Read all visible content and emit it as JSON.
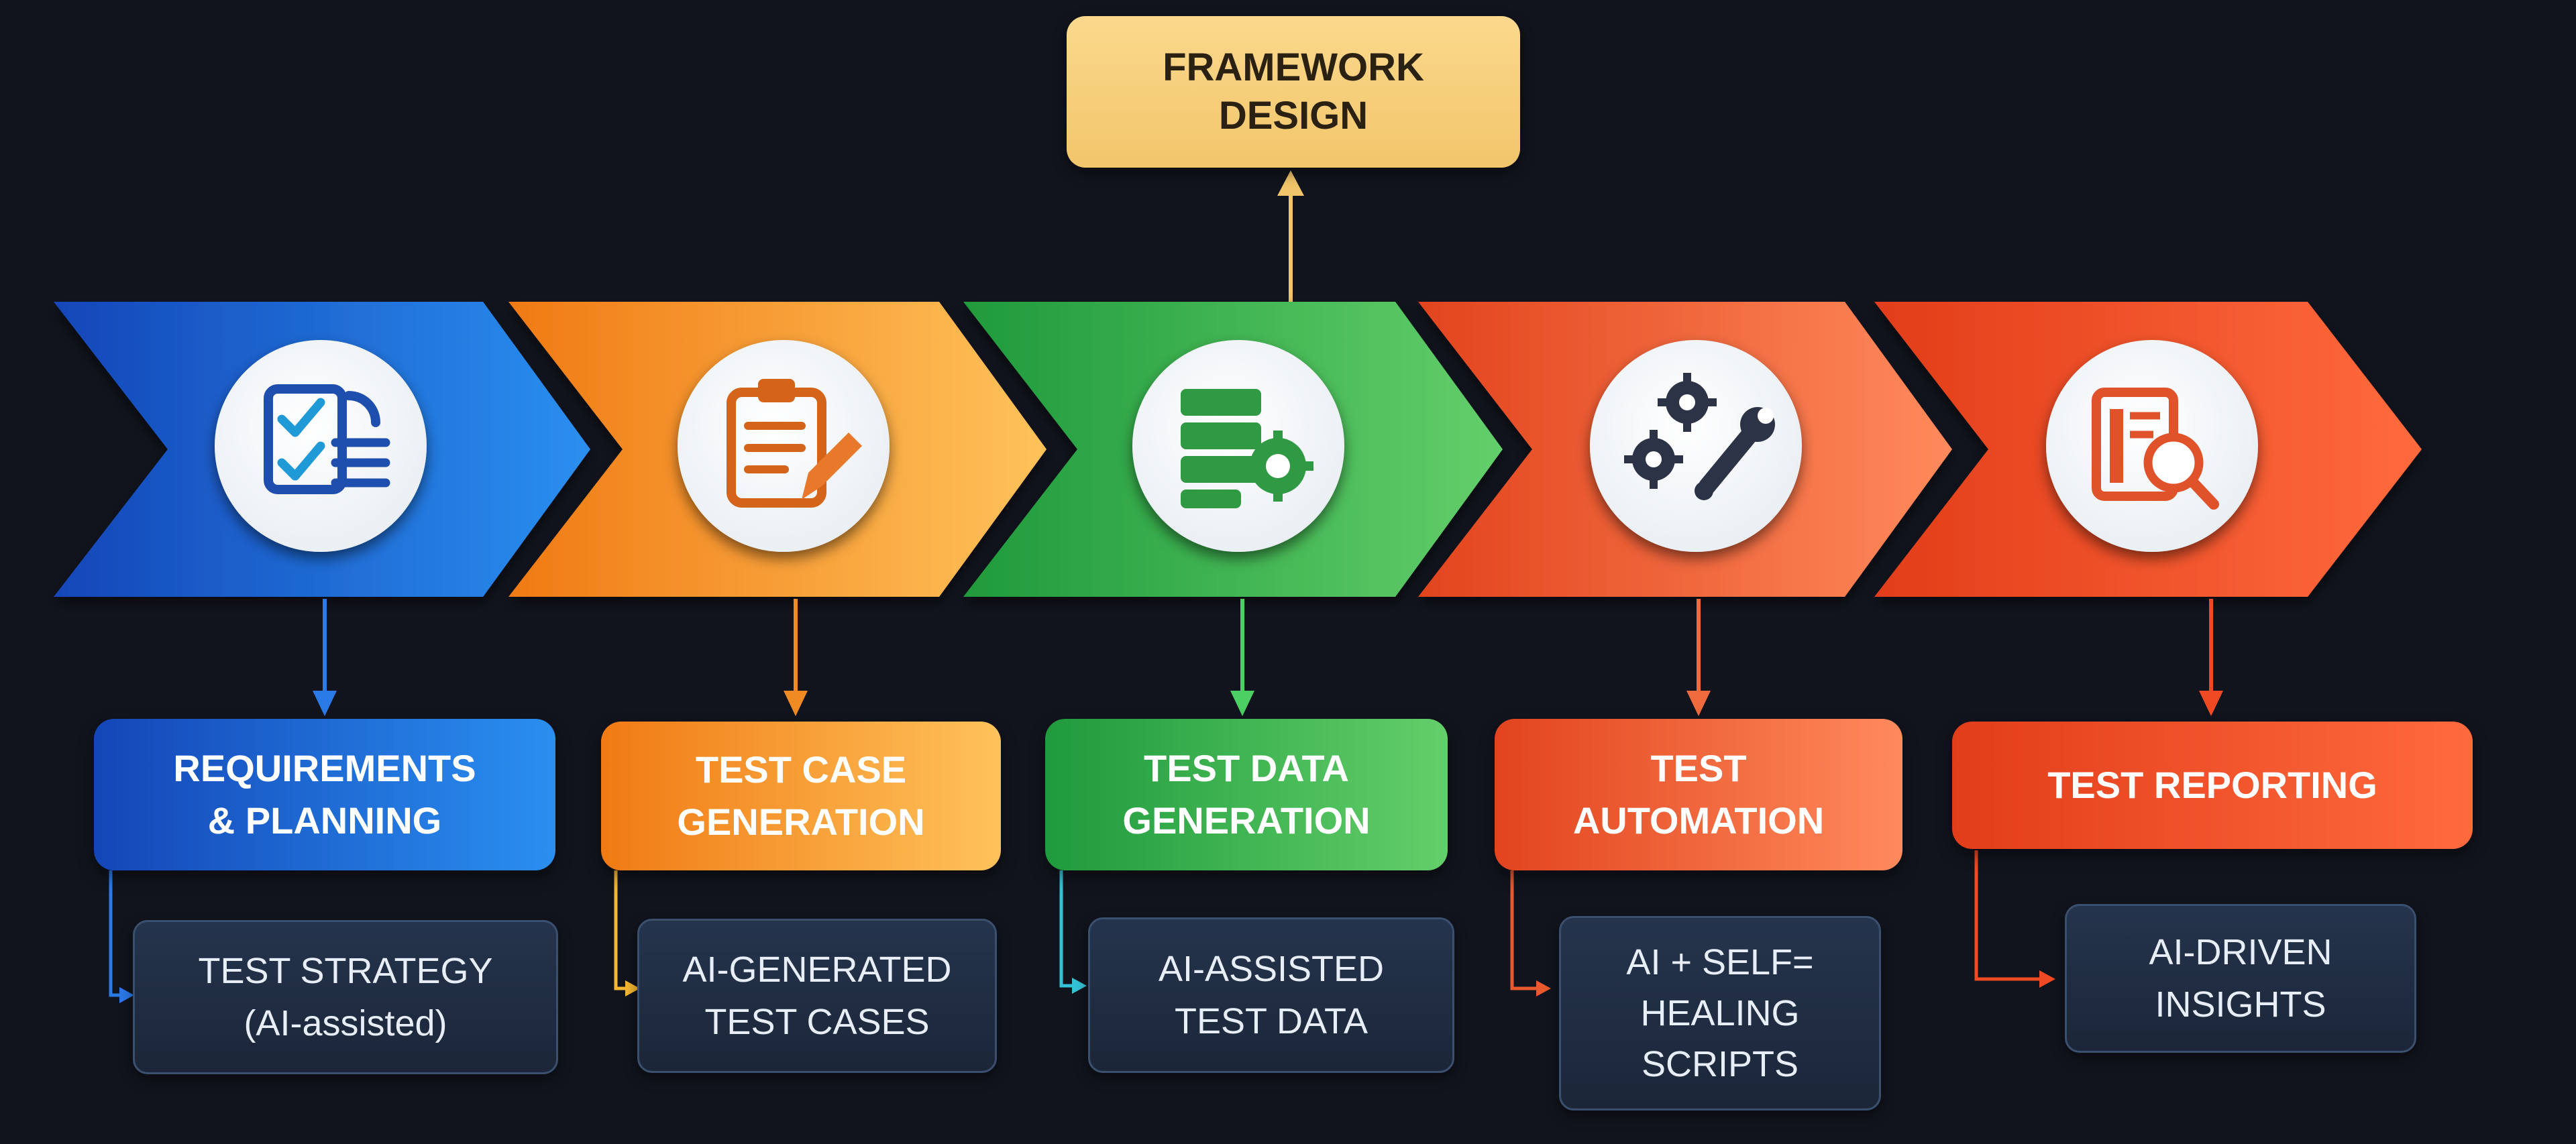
{
  "top_box": {
    "label": "FRAMEWORK\nDESIGN"
  },
  "stages": [
    {
      "label": "REQUIREMENTS\n& PLANNING",
      "detail": "TEST STRATEGY\n(AI-assisted)",
      "icon": "checklist-icon",
      "color_start": "#1446b8",
      "color_end": "#2a8ff0",
      "arrow_color": "#2a7ae8"
    },
    {
      "label": "TEST CASE\nGENERATION",
      "detail": "AI-GENERATED\nTEST CASES",
      "icon": "clipboard-pencil-icon",
      "color_start": "#f07a14",
      "color_end": "#ffc25a",
      "arrow_color": "#f5b731"
    },
    {
      "label": "TEST DATA\nGENERATION",
      "detail": "AI-ASSISTED\nTEST DATA",
      "icon": "database-gear-icon",
      "color_start": "#1f9a3c",
      "color_end": "#63cf6a",
      "arrow_color": "#34c3d6"
    },
    {
      "label": "TEST\nAUTOMATION",
      "detail": "AI + SELF=\nHEALING\nSCRIPTS",
      "icon": "gears-wrench-icon",
      "color_start": "#e2441e",
      "color_end": "#ff8a5c",
      "arrow_color": "#e85a2e"
    },
    {
      "label": "TEST REPORTING",
      "detail": "AI-DRIVEN\nINSIGHTS",
      "icon": "report-magnifier-icon",
      "color_start": "#e23d1a",
      "color_end": "#ff6a3c",
      "arrow_color": "#ef4a24"
    }
  ]
}
